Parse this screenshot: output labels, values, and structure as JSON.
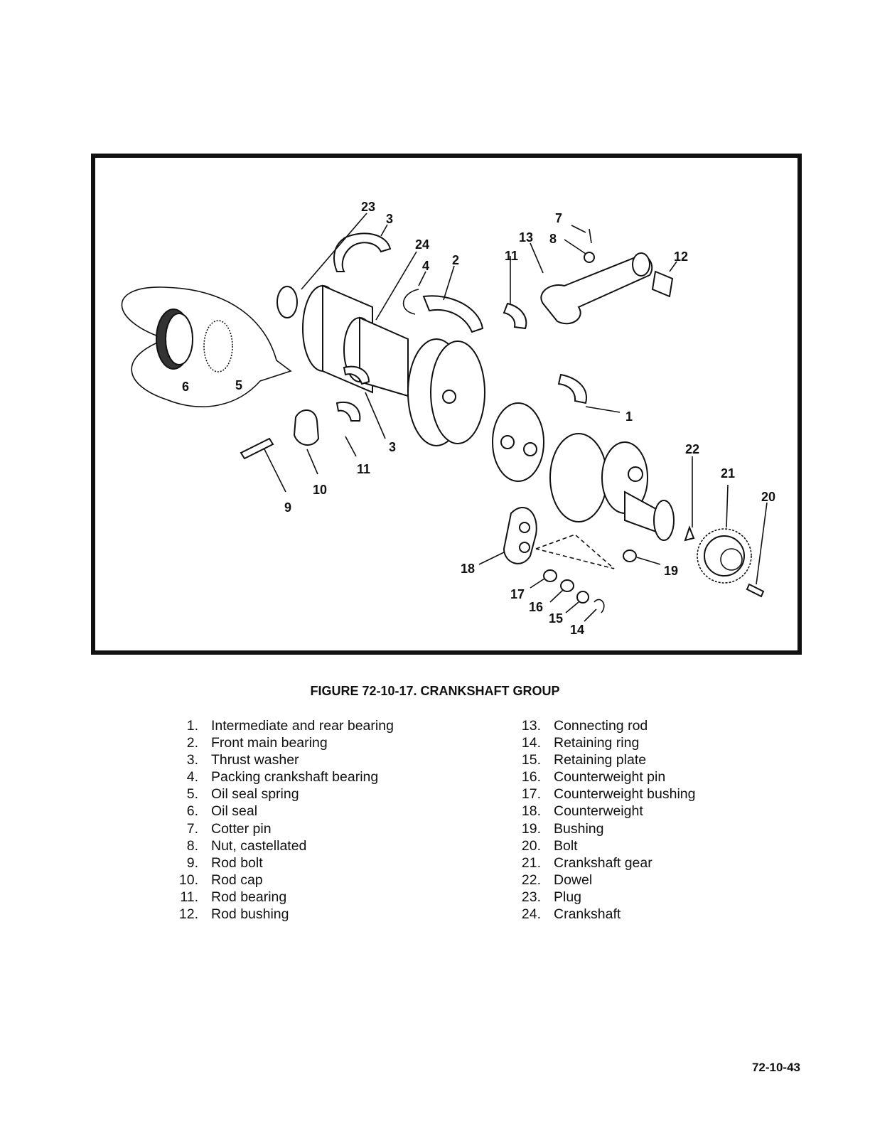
{
  "figure": {
    "title": "FIGURE 72-10-17. CRANKSHAFT GROUP",
    "callouts": [
      "23",
      "3",
      "24",
      "4",
      "2",
      "7",
      "8",
      "13",
      "11",
      "12",
      "6",
      "5",
      "1",
      "3",
      "11",
      "10",
      "9",
      "22",
      "21",
      "20",
      "18",
      "19",
      "17",
      "16",
      "15",
      "14"
    ]
  },
  "legend": {
    "left": [
      {
        "num": "1.",
        "label": "Intermediate and rear bearing"
      },
      {
        "num": "2.",
        "label": "Front main bearing"
      },
      {
        "num": "3.",
        "label": "Thrust washer"
      },
      {
        "num": "4.",
        "label": "Packing crankshaft bearing"
      },
      {
        "num": "5.",
        "label": "Oil seal spring"
      },
      {
        "num": "6.",
        "label": "Oil seal"
      },
      {
        "num": "7.",
        "label": "Cotter pin"
      },
      {
        "num": "8.",
        "label": "Nut, castellated"
      },
      {
        "num": "9.",
        "label": "Rod bolt"
      },
      {
        "num": "10.",
        "label": "Rod cap"
      },
      {
        "num": "11.",
        "label": "Rod bearing"
      },
      {
        "num": "12.",
        "label": "Rod bushing"
      }
    ],
    "right": [
      {
        "num": "13.",
        "label": "Connecting rod"
      },
      {
        "num": "14.",
        "label": "Retaining ring"
      },
      {
        "num": "15.",
        "label": "Retaining plate"
      },
      {
        "num": "16.",
        "label": "Counterweight pin"
      },
      {
        "num": "17.",
        "label": "Counterweight bushing"
      },
      {
        "num": "18.",
        "label": "Counterweight"
      },
      {
        "num": "19.",
        "label": "Bushing"
      },
      {
        "num": "20.",
        "label": "Bolt"
      },
      {
        "num": "21.",
        "label": "Crankshaft gear"
      },
      {
        "num": "22.",
        "label": "Dowel"
      },
      {
        "num": "23.",
        "label": "Plug"
      },
      {
        "num": "24.",
        "label": "Crankshaft"
      }
    ]
  },
  "page_number": "72-10-43"
}
